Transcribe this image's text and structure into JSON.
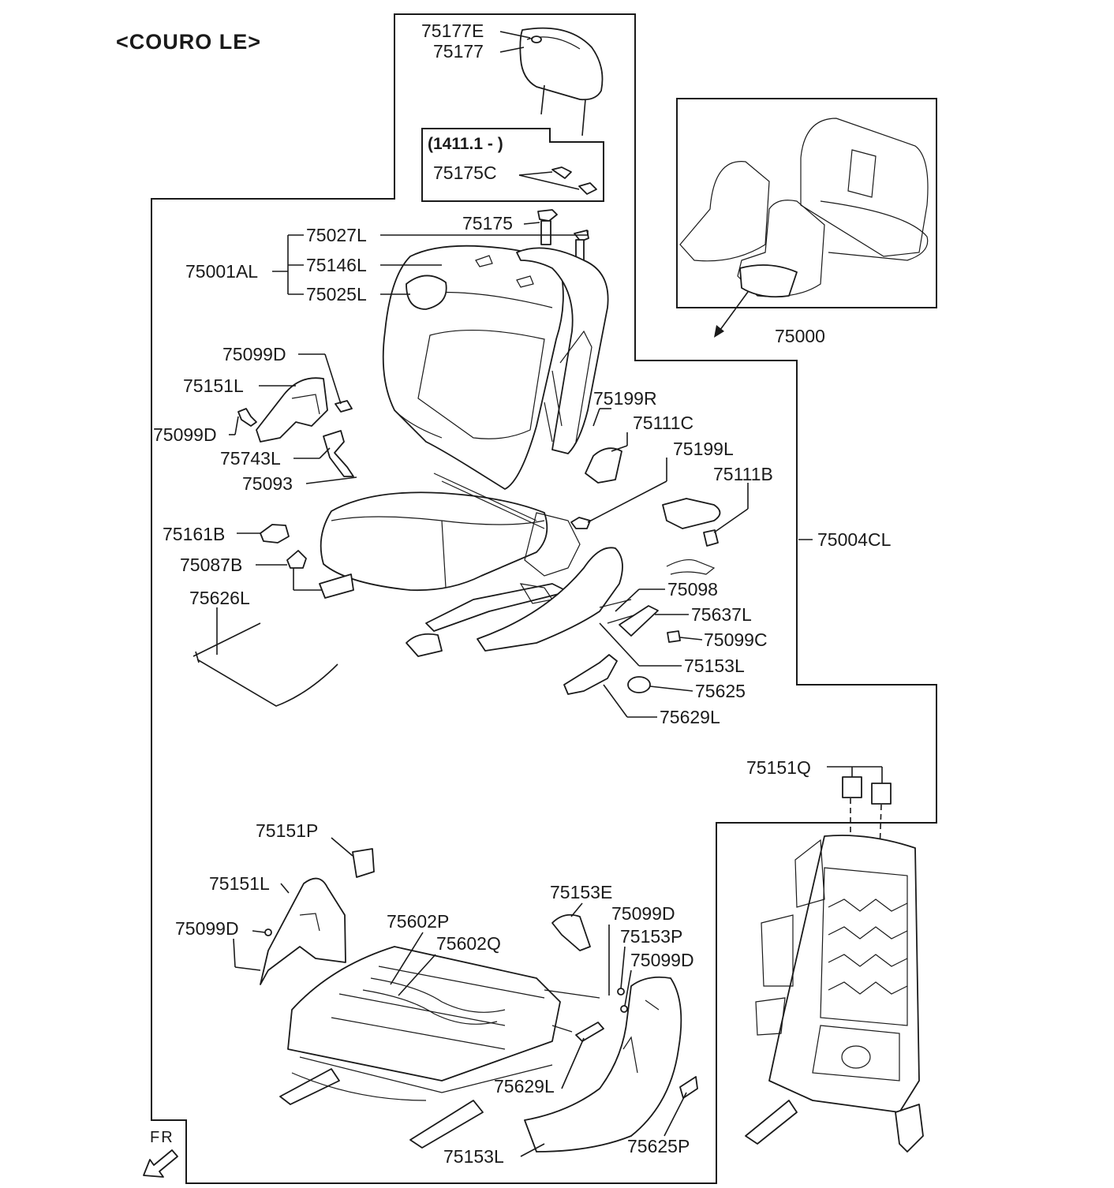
{
  "title": "<COURO LE>",
  "date_code": "(1411.1 - )",
  "front_marker": "FR",
  "labels": {
    "p75177E": "75177E",
    "p75177": "75177",
    "p75175C": "75175C",
    "p75175": "75175",
    "p75027L": "75027L",
    "p75146L": "75146L",
    "p75025L": "75025L",
    "p75001AL": "75001AL",
    "p75000": "75000",
    "p75099D_a": "75099D",
    "p75151L_a": "75151L",
    "p75099D_b": "75099D",
    "p75743L": "75743L",
    "p75093": "75093",
    "p75199R": "75199R",
    "p75111C": "75111C",
    "p75199L": "75199L",
    "p75111B": "75111B",
    "p75004CL": "75004CL",
    "p75161B": "75161B",
    "p75087B": "75087B",
    "p75626L": "75626L",
    "p75098": "75098",
    "p75637L": "75637L",
    "p75099C": "75099C",
    "p75153L_a": "75153L",
    "p75625": "75625",
    "p75629L_a": "75629L",
    "p75151Q": "75151Q",
    "p75151P": "75151P",
    "p75151L_b": "75151L",
    "p75099D_c": "75099D",
    "p75602P": "75602P",
    "p75602Q": "75602Q",
    "p75153E": "75153E",
    "p75099D_d": "75099D",
    "p75153P": "75153P",
    "p75099D_e": "75099D",
    "p75629L_b": "75629L",
    "p75153L_b": "75153L",
    "p75625P": "75625P"
  }
}
